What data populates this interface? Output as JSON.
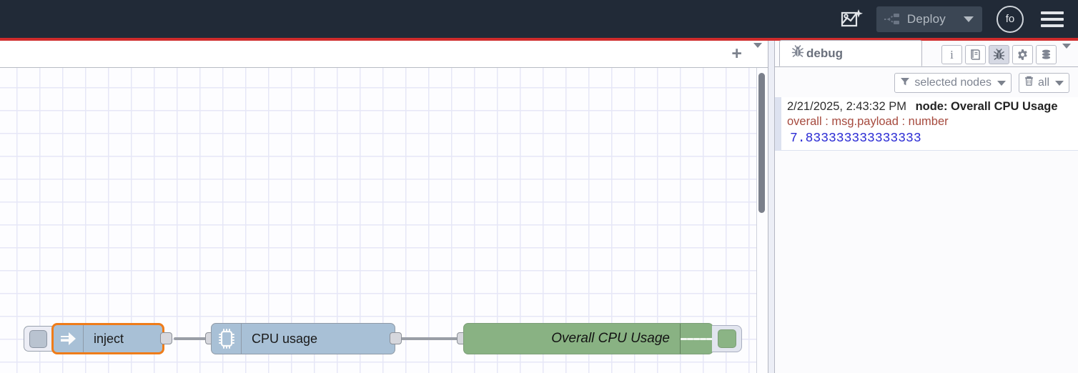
{
  "header": {
    "ai_icon": "ai-sparkle-icon",
    "deploy": {
      "label": "Deploy",
      "icon": "deploy-icon",
      "caret": "chevron-down-icon"
    },
    "avatar": {
      "initials": "fo"
    },
    "menu_icon": "hamburger-menu-icon",
    "accent_color": "#d02c2c",
    "bg_color": "#212a37"
  },
  "workspace": {
    "add_tab_label": "+",
    "tab_menu_icon": "chevron-down-icon",
    "tabs": []
  },
  "canvas": {
    "grid_size": 32,
    "nodes": [
      {
        "id": "inject",
        "type": "inject",
        "label": "inject",
        "icon": "inject-arrow-icon",
        "color": "#a8c0d6",
        "selected": true,
        "selection_color": "#ef7c19",
        "has_trigger_button": true
      },
      {
        "id": "cpu",
        "type": "cpu",
        "label": "CPU usage",
        "icon": "microchip-icon",
        "color": "#a8c0d6",
        "selected": false
      },
      {
        "id": "debug",
        "type": "debug",
        "label": "Overall CPU Usage",
        "icon": "debug-lines-icon",
        "color": "#89b283",
        "selected": false,
        "enabled": true
      }
    ]
  },
  "sidebar": {
    "active_tab": {
      "label": "debug",
      "icon": "bug-icon"
    },
    "tab_icons": [
      {
        "name": "info-icon",
        "glyph": "i",
        "active": false
      },
      {
        "name": "library-book-icon",
        "glyph": "",
        "active": false
      },
      {
        "name": "bug-icon",
        "glyph": "",
        "active": true
      },
      {
        "name": "gear-icon",
        "glyph": "",
        "active": false
      },
      {
        "name": "context-stack-icon",
        "glyph": "",
        "active": false
      }
    ],
    "overflow_caret": "chevron-down-icon",
    "filters": {
      "node_filter": {
        "icon": "funnel-icon",
        "label": "selected nodes",
        "caret": "chevron-down-icon"
      },
      "clear": {
        "icon": "trash-icon",
        "label": "all",
        "caret": "chevron-down-icon"
      }
    },
    "messages": [
      {
        "timestamp": "2/21/2025, 2:43:32 PM",
        "node": "node: Overall CPU Usage",
        "topic": "overall : msg.payload : number",
        "value": "7.833333333333333"
      }
    ]
  }
}
